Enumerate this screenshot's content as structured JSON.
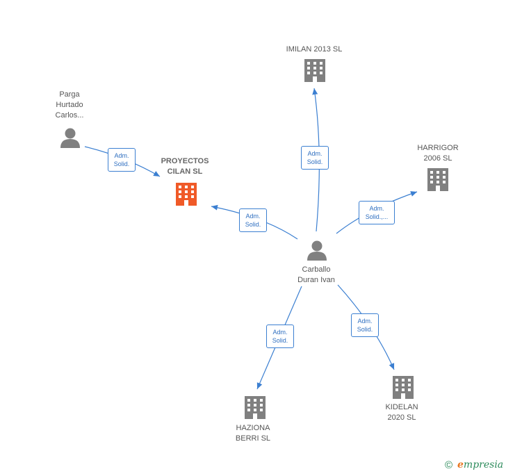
{
  "colors": {
    "edge": "#3b7fd1",
    "building_gray": "#808080",
    "building_highlight": "#f05a28",
    "person": "#808080",
    "brand_green": "#2b8a5a",
    "brand_orange": "#e87722"
  },
  "nodes": {
    "imilan": {
      "label": "IMILAN 2013  SL",
      "icon": "building-icon"
    },
    "parga": {
      "label": "Parga\nHurtado\nCarlos...",
      "icon": "person-icon"
    },
    "proyectos": {
      "label": "PROYECTOS\nCILAN  SL",
      "icon": "building-icon"
    },
    "harrigor": {
      "label": "HARRIGOR\n2006 SL",
      "icon": "building-icon"
    },
    "carballo": {
      "label": "Carballo\nDuran Ivan",
      "icon": "person-icon"
    },
    "haziona": {
      "label": "HAZIONA\nBERRI  SL",
      "icon": "building-icon"
    },
    "kidelan": {
      "label": "KIDELAN\n2020  SL",
      "icon": "building-icon"
    }
  },
  "edges": {
    "parga_proyectos": "Adm.\nSolid.",
    "carballo_proyectos": "Adm.\nSolid.",
    "carballo_imilan": "Adm.\nSolid.",
    "carballo_harrigor": "Adm.\nSolid.,...",
    "carballo_haziona": "Adm.\nSolid.",
    "carballo_kidelan": "Adm.\nSolid."
  },
  "footer": {
    "copyright_symbol": "©",
    "brand_initial": "e",
    "brand_rest": "mpresia"
  }
}
